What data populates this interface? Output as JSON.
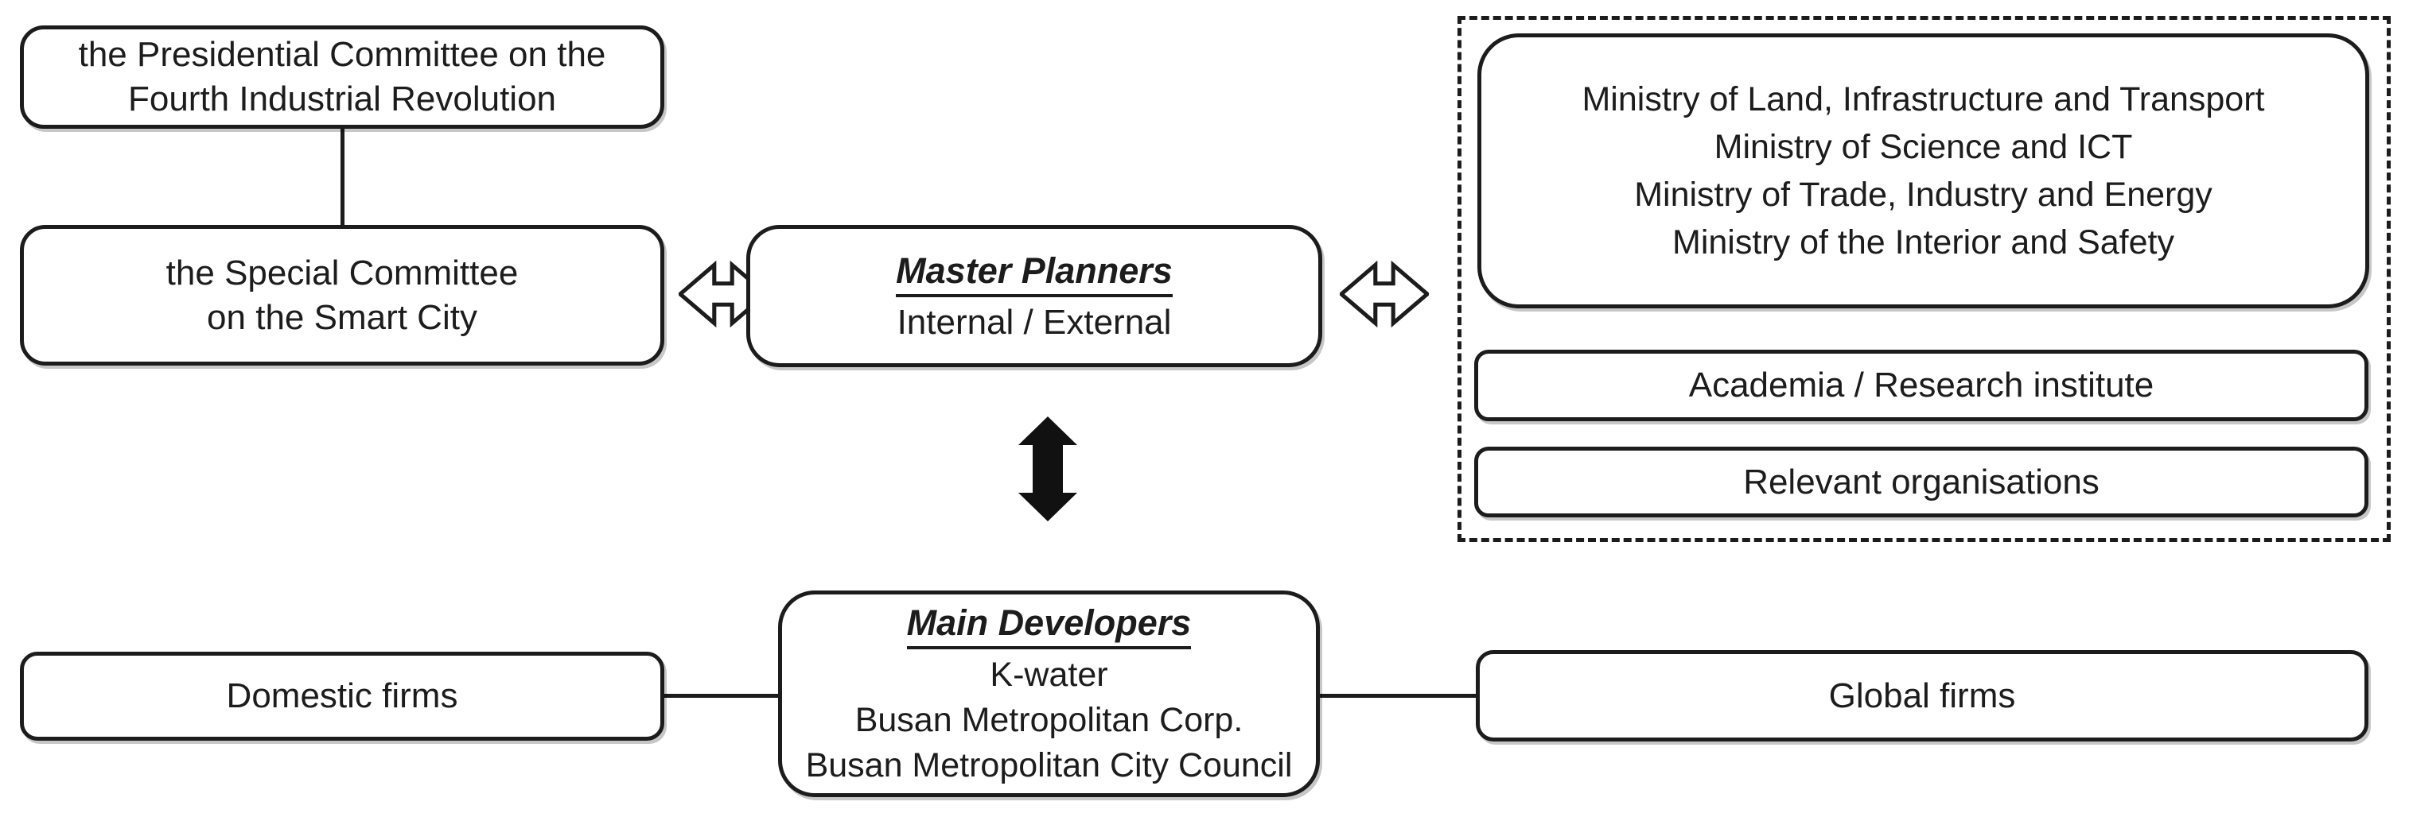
{
  "diagram": {
    "background": "#ffffff",
    "stroke_color": "#1c1c1c",
    "boxes": {
      "presidential_committee": {
        "line1": "the Presidential Committee on the",
        "line2": "Fourth Industrial Revolution"
      },
      "special_committee": {
        "line1": "the Special Committee",
        "line2": "on the Smart City"
      },
      "master_planners": {
        "title": "Master Planners",
        "subtitle": "Internal / External"
      },
      "ministries": {
        "line1": "Ministry of Land, Infrastructure and Transport",
        "line2": "Ministry of Science and ICT",
        "line3": "Ministry of Trade, Industry and Energy",
        "line4": "Ministry of the Interior and Safety"
      },
      "academia": {
        "label": "Academia / Research institute"
      },
      "relevant_orgs": {
        "label": "Relevant organisations"
      },
      "main_developers": {
        "title": "Main Developers",
        "line1": "K-water",
        "line2": "Busan Metropolitan Corp.",
        "line3": "Busan Metropolitan City Council"
      },
      "domestic_firms": {
        "label": "Domestic firms"
      },
      "global_firms": {
        "label": "Global firms"
      }
    }
  }
}
